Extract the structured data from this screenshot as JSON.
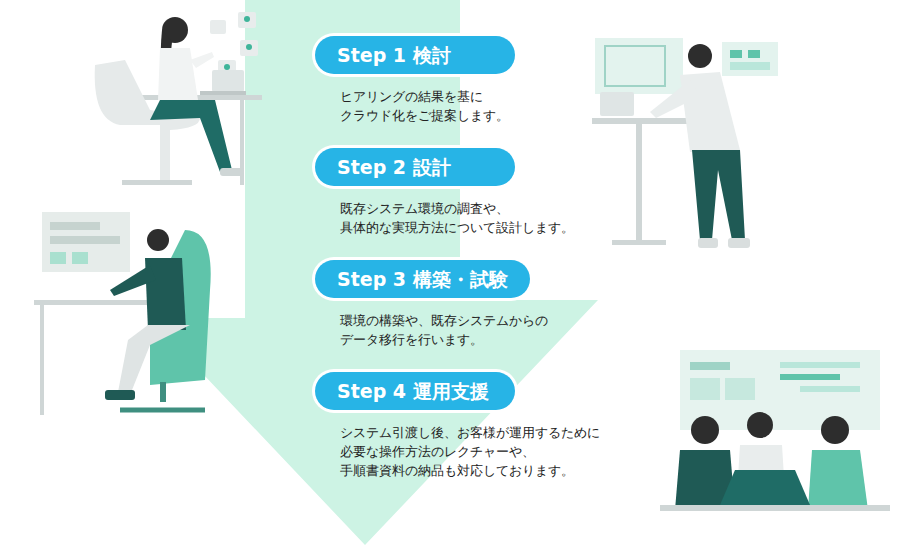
{
  "diagram": {
    "nodes": [
      {
        "text": [
          "Step 1 検討",
          "ヒアリングの結果を基に クラウド化をご提案します。"
        ]
      },
      {
        "text": [
          "Step 2 設計",
          "既存システム環境の調査や、 具体的な実現方法について設計します。"
        ]
      },
      {
        "text": [
          "Step 3 構築・試験",
          "環境の構築や、既存システムからの データ移行を行います。"
        ]
      },
      {
        "text": [
          "Step 4 運用支援",
          "システム引渡し後、お客様が運用するために 必要な操作方法のレクチャーや、 手順書資料の納品も対応しております。"
        ]
      }
    ]
  }
}
